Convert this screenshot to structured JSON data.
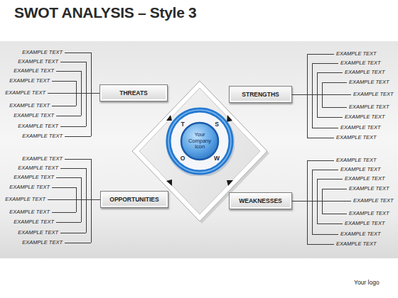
{
  "diagram": {
    "title": "SWOT ANALYSIS – Style 3",
    "nodes": [
      {
        "text": [
          "THREATS"
        ]
      },
      {
        "text": [
          "STRENGTHS"
        ]
      },
      {
        "text": [
          "T",
          "S",
          "O",
          "W"
        ]
      },
      {
        "text": [
          "Your Company Icon"
        ],
        "in": 2
      },
      {
        "text": [
          "OPPORTUNITIES"
        ]
      },
      {
        "text": [
          "WEAKNESSES"
        ]
      }
    ],
    "labels": [
      "EXAMPLE TEXT",
      "EXAMPLE TEXT",
      "EXAMPLE TEXT",
      "EXAMPLE TEXT",
      "EXAMPLE TEXT",
      "EXAMPLE TEXT",
      "EXAMPLE TEXT",
      "EXAMPLE TEXT",
      "EXAMPLE TEXT",
      "EXAMPLE TEXT",
      "EXAMPLE TEXT",
      "EXAMPLE TEXT",
      "EXAMPLE TEXT",
      "EXAMPLE TEXT",
      "EXAMPLE TEXT",
      "EXAMPLE TEXT",
      "EXAMPLE TEXT",
      "EXAMPLE TEXT",
      "EXAMPLE TEXT",
      "EXAMPLE TEXT",
      "EXAMPLE TEXT",
      "EXAMPLE TEXT",
      "EXAMPLE TEXT",
      "EXAMPLE TEXT",
      "EXAMPLE TEXT",
      "EXAMPLE TEXT",
      "EXAMPLE TEXT",
      "EXAMPLE TEXT",
      "EXAMPLE TEXT",
      "EXAMPLE TEXT",
      "EXAMPLE TEXT",
      "EXAMPLE TEXT",
      "EXAMPLE TEXT",
      "EXAMPLE TEXT",
      "EXAMPLE TEXT",
      "EXAMPLE TEXT",
      "Your logo"
    ]
  }
}
